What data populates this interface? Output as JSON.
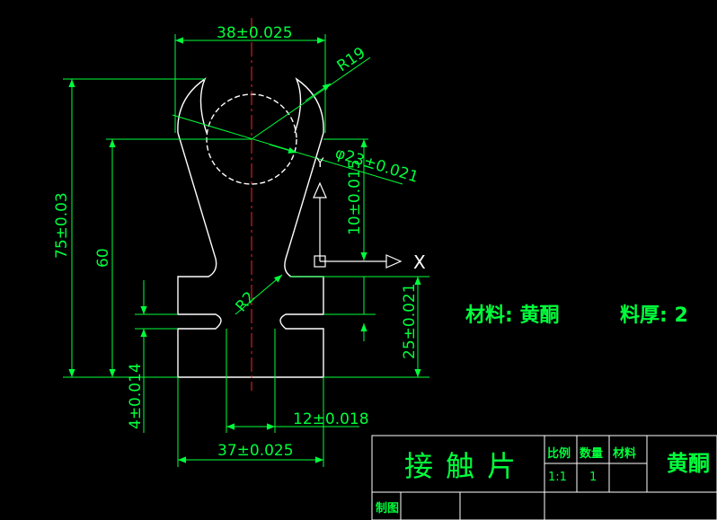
{
  "dimensions": {
    "top_width": "38±0.025",
    "radius_outer": "R19",
    "bore_diameter": "φ23±0.021",
    "height_total": "75±0.03",
    "height_center": "60",
    "offset_10": "10±0.015",
    "radius_small": "R2",
    "offset_25": "25±0.021",
    "slot_width": "4±0.014",
    "neck_width": "12±0.018",
    "bottom_width": "37±0.025"
  },
  "axis": {
    "x_label": "X",
    "y_label": "Y"
  },
  "notes": {
    "material": "材料: 黄酮",
    "thickness": "料厚: 2"
  },
  "title_block": {
    "part_name": "接触片",
    "scale_label": "比例",
    "quantity_label": "数量",
    "material_label": "材料",
    "material_value": "黄酮",
    "scale_value": "1:1",
    "quantity_value": "1",
    "drawn_label": "制图"
  },
  "colors": {
    "background": "#000000",
    "outline": "#ffffff",
    "dimension": "#00ff3c",
    "centerline": "#ff2020"
  }
}
